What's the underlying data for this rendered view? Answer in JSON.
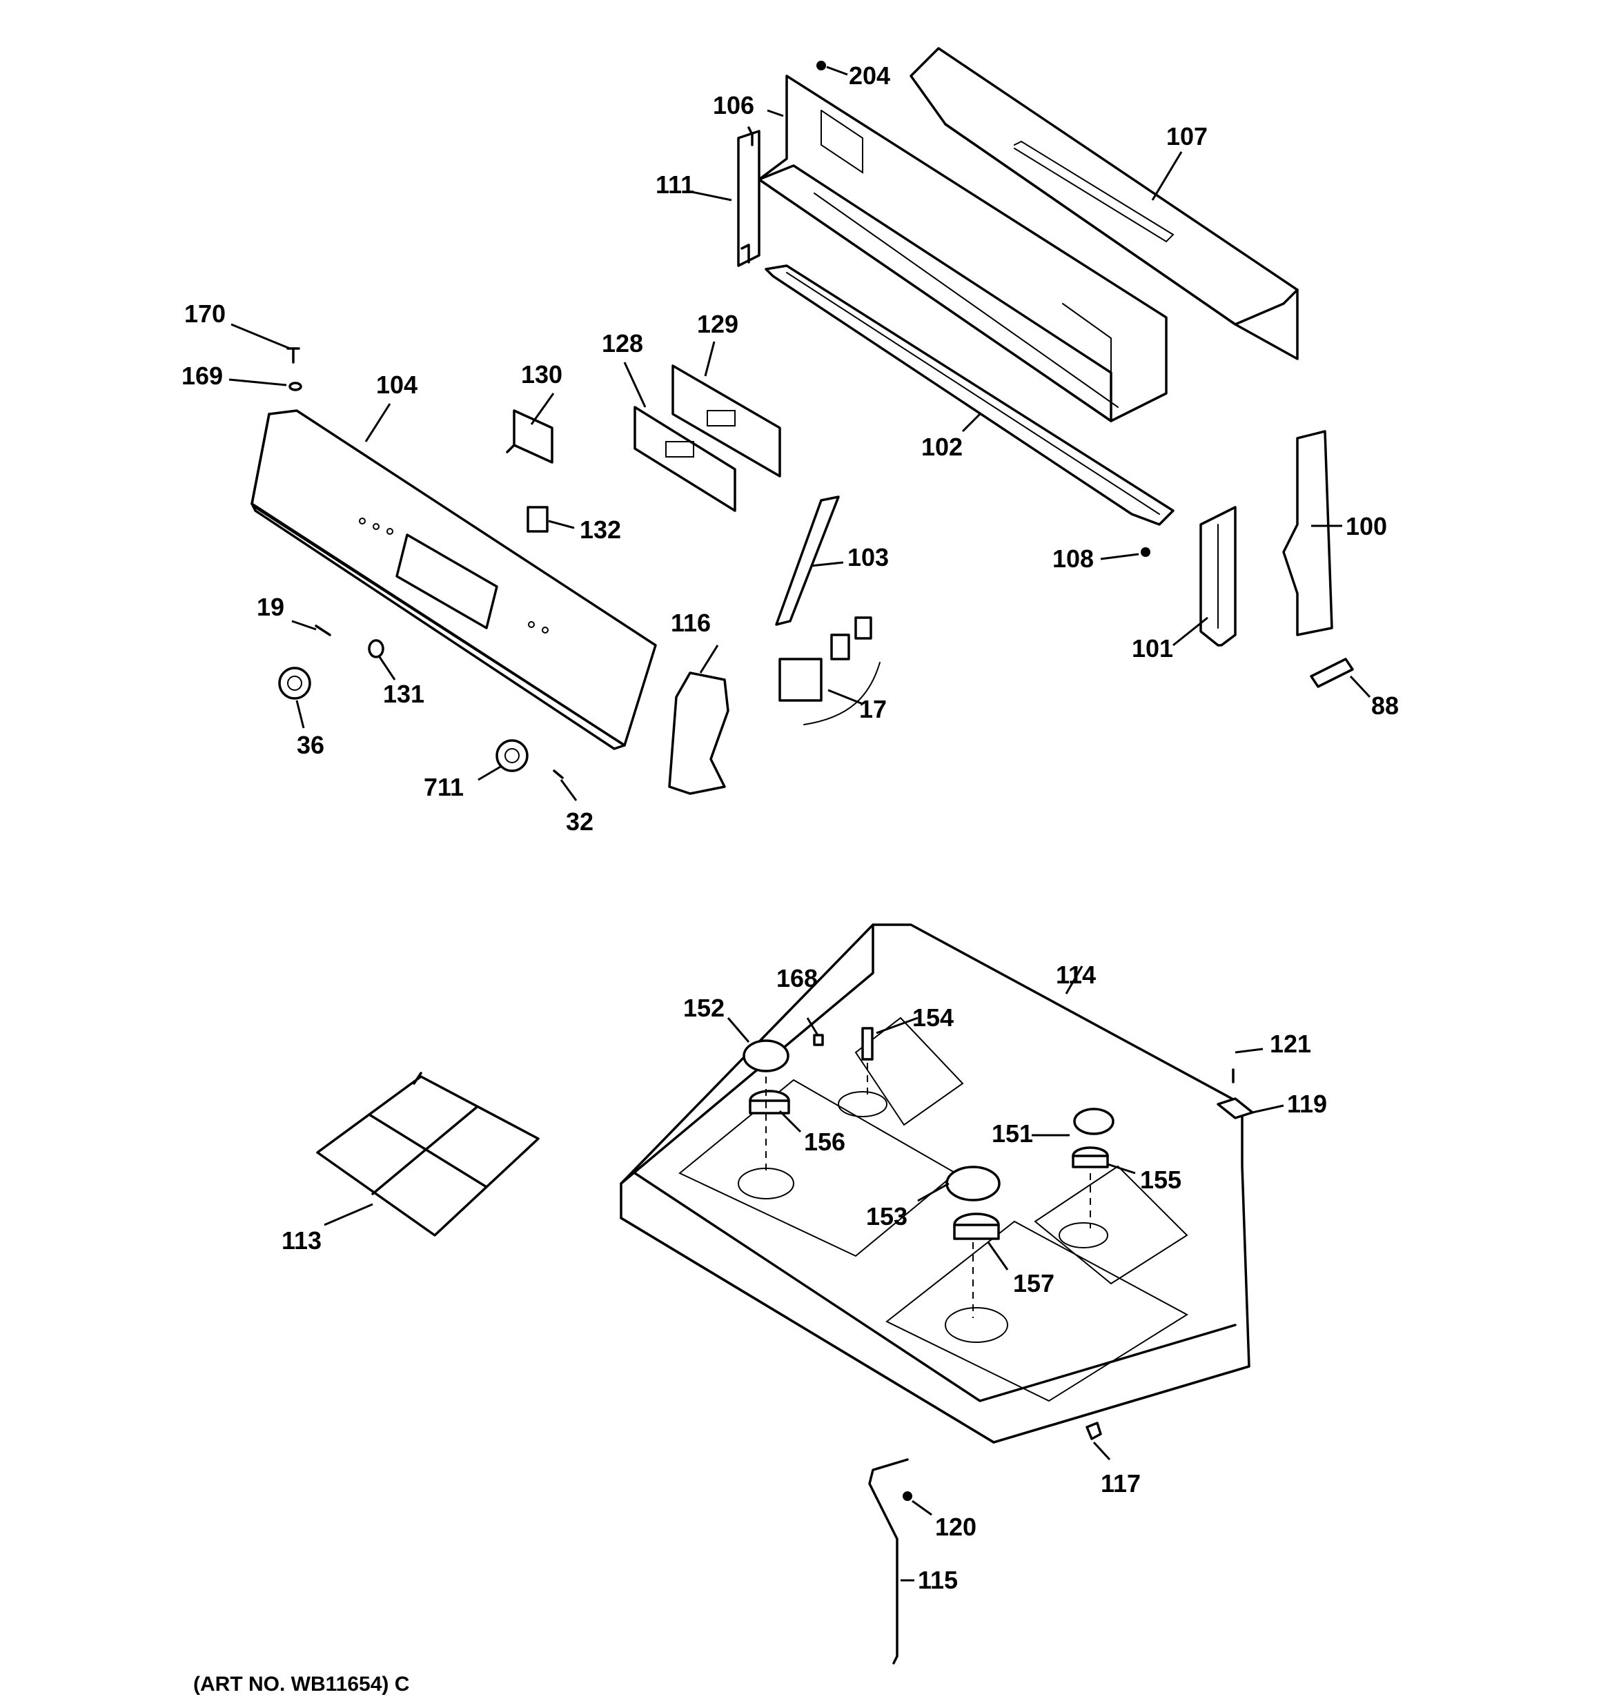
{
  "diagram": {
    "callouts": {
      "c100": "100",
      "c101": "101",
      "c102": "102",
      "c103": "103",
      "c104": "104",
      "c106": "106",
      "c107": "107",
      "c108": "108",
      "c111": "111",
      "c113": "113",
      "c114": "114",
      "c115": "115",
      "c116": "116",
      "c117": "117",
      "c119": "119",
      "c120": "120",
      "c121": "121",
      "c128": "128",
      "c129": "129",
      "c130": "130",
      "c131": "131",
      "c132": "132",
      "c151": "151",
      "c152": "152",
      "c153": "153",
      "c154": "154",
      "c155": "155",
      "c156": "156",
      "c157": "157",
      "c168": "168",
      "c169": "169",
      "c170": "170",
      "c17": "17",
      "c19": "19",
      "c204": "204",
      "c32": "32",
      "c36": "36",
      "c711": "711",
      "c88": "88"
    },
    "art_number": "(ART NO. WB11654) C"
  }
}
